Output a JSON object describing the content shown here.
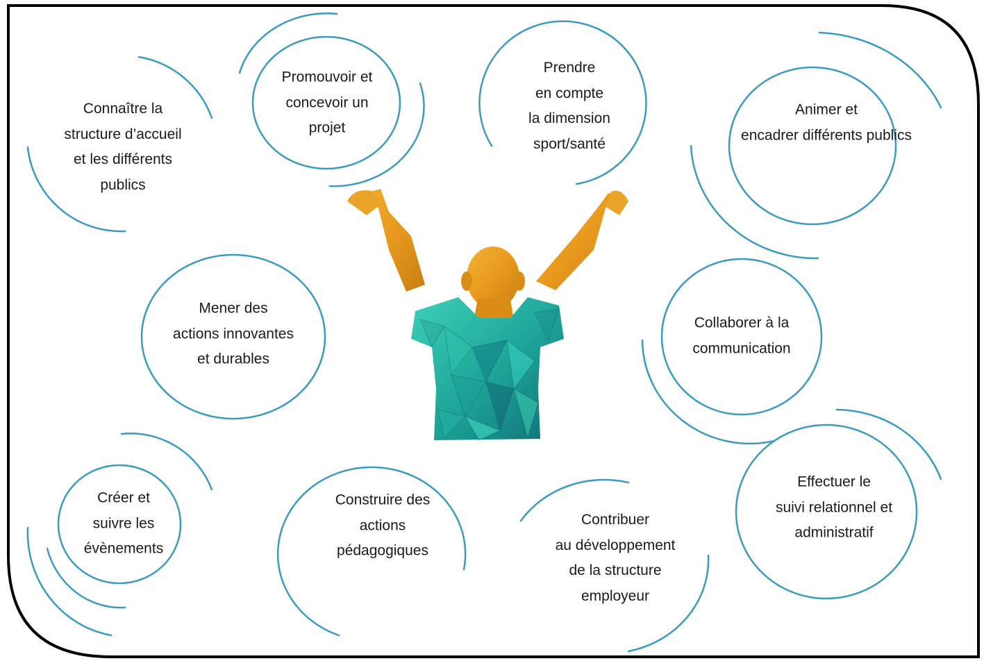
{
  "diagram": {
    "frame_color": "#000000",
    "arc_color": "#3b9bbd",
    "bubbles": [
      {
        "id": "connaitre",
        "lines": [
          "Connaître la",
          "structure d’accueil",
          "et les différents",
          "publics"
        ]
      },
      {
        "id": "promouvoir",
        "lines": [
          "Promouvoir et",
          "concevoir un",
          "projet"
        ]
      },
      {
        "id": "prendre",
        "lines": [
          "Prendre",
          "en compte",
          "la dimension",
          "sport/santé"
        ]
      },
      {
        "id": "animer",
        "lines": [
          "Animer et",
          "encadrer différents publics"
        ]
      },
      {
        "id": "mener",
        "lines": [
          "Mener des",
          "actions innovantes",
          "et durables"
        ]
      },
      {
        "id": "collaborer",
        "lines": [
          "Collaborer à la",
          "communication"
        ]
      },
      {
        "id": "creer",
        "lines": [
          "Créer et",
          "suivre les",
          "évènements"
        ]
      },
      {
        "id": "construire",
        "lines": [
          "Construire des",
          "actions",
          "pédagogiques"
        ]
      },
      {
        "id": "contribuer",
        "lines": [
          "Contribuer",
          "au développement",
          "de la structure",
          "employeur"
        ]
      },
      {
        "id": "effectuer",
        "lines": [
          "Effectuer le",
          "suivi relationnel et",
          "administratif"
        ]
      }
    ]
  }
}
